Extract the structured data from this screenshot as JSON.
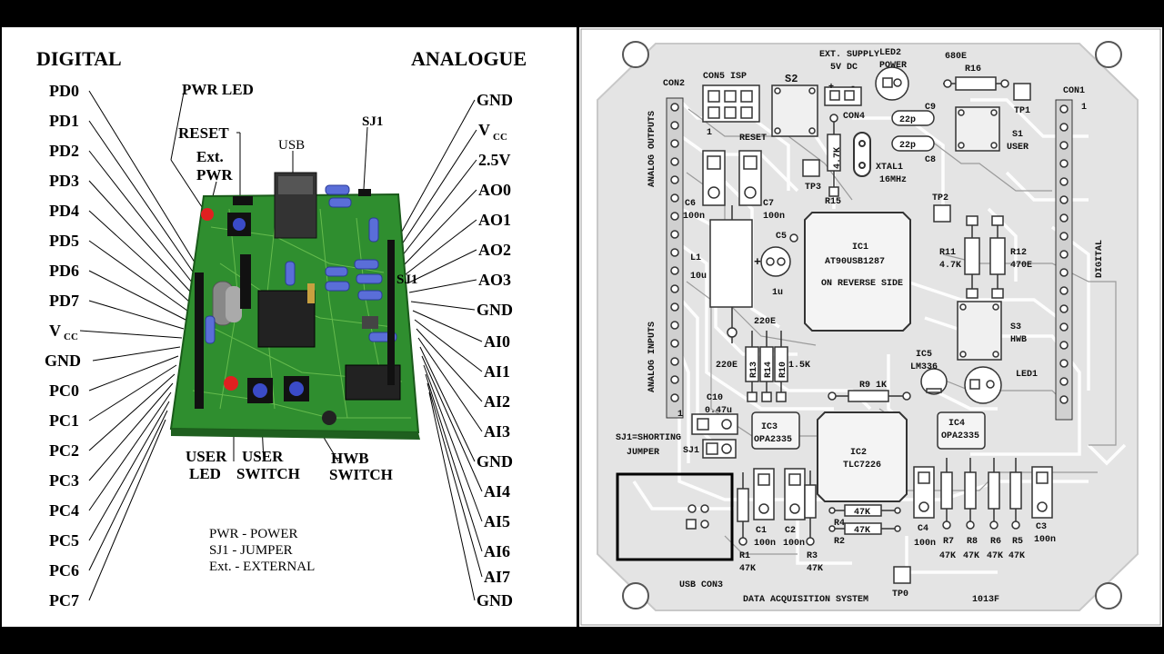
{
  "left": {
    "heading_digital": "DIGITAL",
    "heading_analogue": "ANALOGUE",
    "digital_pins": [
      "PD0",
      "PD1",
      "PD2",
      "PD3",
      "PD4",
      "PD5",
      "PD6",
      "PD7",
      "V",
      "GND",
      "PC0",
      "PC1",
      "PC2",
      "PC3",
      "PC4",
      "PC5",
      "PC6",
      "PC7"
    ],
    "analogue_pins": [
      "GND",
      "V",
      "2.5V",
      "AO0",
      "AO1",
      "AO2",
      "AO3",
      "GND",
      "AI0",
      "AI1",
      "AI2",
      "AI3",
      "GND",
      "AI4",
      "AI5",
      "AI6",
      "AI7",
      "GND"
    ],
    "vcc_sub": "CC",
    "callouts": {
      "pwr_led": "PWR LED",
      "reset": "RESET",
      "ext": "Ext.",
      "pwr": "PWR",
      "usb": "USB",
      "sj1_top": "SJ1",
      "sj1_side": "SJ1",
      "user_led_1": "USER",
      "user_led_2": "LED",
      "user_switch_1": "USER",
      "user_switch_2": "SWITCH",
      "hwb_switch_1": "HWB",
      "hwb_switch_2": "SWITCH"
    },
    "legend": [
      "PWR - POWER",
      "SJ1   - JUMPER",
      "Ext. - EXTERNAL"
    ]
  },
  "right": {
    "labels": {
      "con2": "CON2",
      "con5": "CON5 ISP",
      "s2": "S2",
      "ext_supply": "EXT. SUPPLY",
      "five_v": "5V DC",
      "led2": "LED2",
      "power": "POWER",
      "r680": "680E",
      "r16": "R16",
      "con1": "CON1",
      "tp1": "TP1",
      "one_a": "1",
      "one_b": "1",
      "one_c": "1",
      "reset": "RESET",
      "con4": "CON4",
      "c9": "C9",
      "c8": "C8",
      "p22a": "22p",
      "p22b": "22p",
      "s1": "S1",
      "user": "USER",
      "k47": "4.7K",
      "xtal": "XTAL1",
      "mhz": "16MHz",
      "tp3": "TP3",
      "r15": "R15",
      "tp2": "TP2",
      "analog_outputs": "ANALOG OUTPUTS",
      "c6": "C6",
      "n100a": "100n",
      "c7": "C7",
      "n100b": "100n",
      "c5": "C5",
      "ic1": "IC1",
      "at90": "AT90USB1287",
      "reverse": "ON REVERSE SIDE",
      "r11": "R11",
      "r11v": "4.7K",
      "r12": "R12",
      "r12v": "470E",
      "digital": "DIGITAL",
      "l1": "L1",
      "l1v": "10u",
      "c5v": "1u",
      "e220a": "220E",
      "e220b": "220E",
      "r13": "R13",
      "r14": "R14",
      "r10": "R10",
      "k15": "1.5K",
      "s3": "S3",
      "hwb": "HWB",
      "analog_inputs": "ANALOG INPUTS",
      "ic5": "IC5",
      "lm336": "LM336",
      "led1": "LED1",
      "r9": "R9 1K",
      "c10": "C10",
      "c10v": "0.47u",
      "ic3": "IC3",
      "opa3": "OPA2335",
      "ic4": "IC4",
      "opa4": "OPA2335",
      "sj1s": "SJ1=SHORTING",
      "jumper": "JUMPER",
      "sj1": "SJ1",
      "ic2": "IC2",
      "tlc": "TLC7226",
      "r4": "R4",
      "r2": "R2",
      "k47a": "47K",
      "k47b": "47K",
      "c1": "C1",
      "c1v": "100n",
      "c2": "C2",
      "c2v": "100n",
      "c4": "C4",
      "c4v": "100n",
      "c3": "C3",
      "c3v": "100n",
      "r1": "R1",
      "r1v": "47K",
      "r3": "R3",
      "r3v": "47K",
      "r7": "R7",
      "r7v": "47K",
      "r8": "R8",
      "r8v": "47K",
      "r6": "R6",
      "r6v": "47K",
      "r5": "R5",
      "r5v": "47K",
      "usb_con3": "USB CON3",
      "tp0": "TP0",
      "das": "DATA ACQUISITION SYSTEM",
      "code": "1013F",
      "plus": "+",
      "plus2": "+",
      "minus": "-",
      "plus3": "+"
    }
  }
}
